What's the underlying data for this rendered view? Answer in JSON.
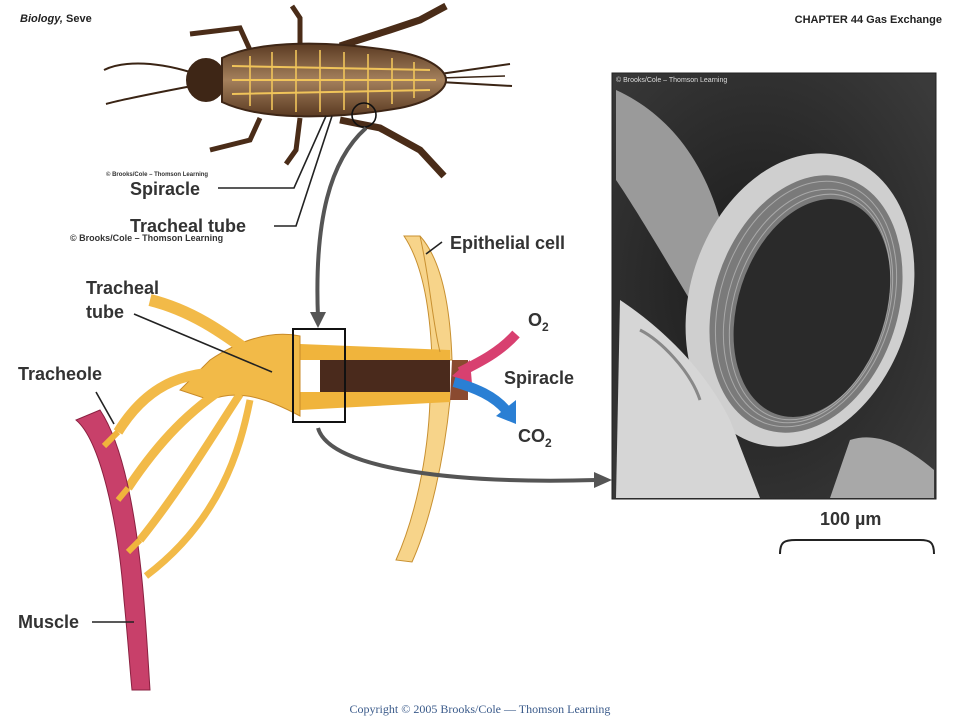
{
  "header": {
    "book_title": "Biology,",
    "book_rest": "Seve",
    "chapter": "CHAPTER 44 Gas Exchange"
  },
  "credits": {
    "insect": "© Brooks/Cole – Thomson Learning",
    "diagram": "© Brooks/Cole – Thomson Learning",
    "photo": "© Brooks/Cole – Thomson Learning"
  },
  "labels": {
    "spiracle_top": "Spiracle",
    "tracheal_tube_top": "Tracheal tube",
    "epithelial_cell": "Epithelial cell",
    "tracheal_line1": "Tracheal",
    "tracheal_line2": "tube",
    "tracheole": "Tracheole",
    "o2_main": "O",
    "o2_sub": "2",
    "spiracle_mid": "Spiracle",
    "co2_main": "CO",
    "co2_sub": "2",
    "muscle": "Muscle",
    "scale": "100 µm"
  },
  "copyright": "Copyright © 2005 Brooks/Cole — Thomson Learning",
  "colors": {
    "trachea_fill": "#f0b43c",
    "trachea_light": "#f8d27a",
    "muscle": "#c8406a",
    "o2_arrow": "#d84070",
    "co2_arrow": "#2a7fd4",
    "insect_body": "#7a5236",
    "connector": "#555555"
  }
}
